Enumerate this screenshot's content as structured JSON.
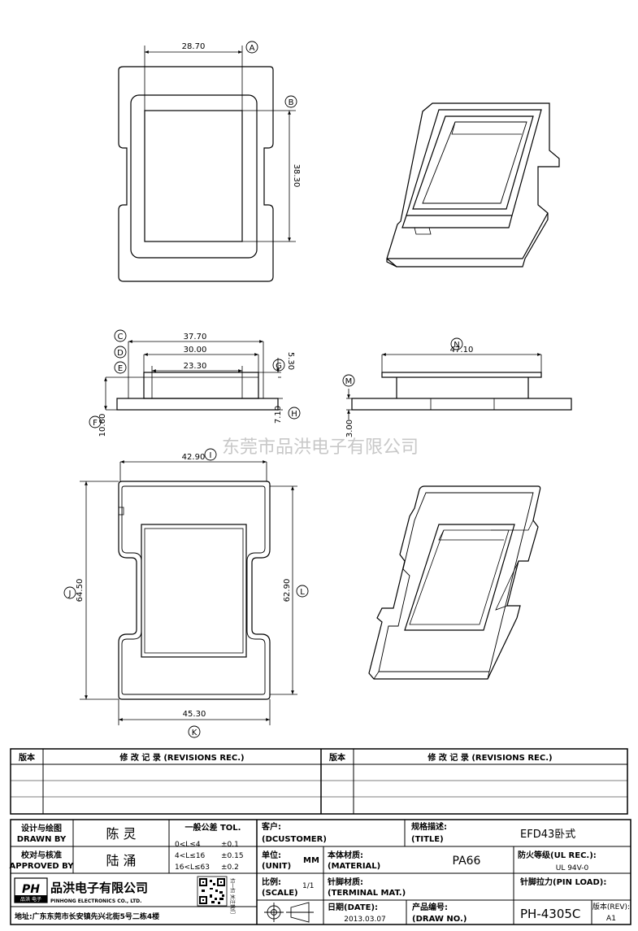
{
  "dimensions": {
    "top_view": {
      "width": "28.70",
      "height": "38.30",
      "ref_a": "A",
      "ref_b": "B"
    },
    "side_view": {
      "d1": "37.70",
      "d2": "30.00",
      "d3": "23.30",
      "d4": "5.30",
      "d5": "10.60",
      "d6": "7.10",
      "ref_c": "C",
      "ref_d": "D",
      "ref_e": "E",
      "ref_f": "F",
      "ref_g": "G",
      "ref_h": "H"
    },
    "right_side": {
      "width": "47.10",
      "height": "3.00",
      "ref_m": "M",
      "ref_n": "N"
    },
    "bottom_view": {
      "top_width": "42.90",
      "bottom_width": "45.30",
      "left_height": "64.50",
      "right_height": "62.90",
      "ref_i": "I",
      "ref_j": "J",
      "ref_k": "K",
      "ref_l": "L"
    }
  },
  "watermark": "东莞市品洪电子有限公司",
  "revisions": {
    "col_version": "版本",
    "col_record": "修 改 记 录 (REVISIONS REC.)"
  },
  "title_block": {
    "designed_by_label": "设计与绘图",
    "drawn_by_label": "DRAWN BY",
    "designer": "陈  灵",
    "approved_label": "校对与核准",
    "approved_by_label": "APPROVED BY",
    "approver": "陆  涌",
    "tol_title": "一般公差 TOL.",
    "tol_rows": [
      {
        "range": "0<L≤4",
        "tol": "±0.1"
      },
      {
        "range": "4<L≤16",
        "tol": "±0.15"
      },
      {
        "range": "16<L≤63",
        "tol": "±0.2"
      }
    ],
    "customer_label": "客户:",
    "customer_en": "(DCUSTOMER)",
    "title_label": "规格描述:",
    "title_en": "(TITLE)",
    "title_value": "EFD43卧式",
    "unit_label": "单位:",
    "unit_en": "(UNIT)",
    "unit_value": "MM",
    "material_label": "本体材质:",
    "material_en": "(MATERIAL)",
    "material_value": "PA66",
    "fire_label": "防火等级(UL REC.):",
    "fire_value": "UL 94V-0",
    "scale_label": "比例:",
    "scale_en": "(SCALE)",
    "scale_value": "1/1",
    "terminal_label": "针脚材质:",
    "terminal_en": "(TERMINAL MAT.)",
    "pin_load_label": "针脚拉力(PIN LOAD):",
    "date_label": "日期(DATE):",
    "date_value": "2013.03.07",
    "drawno_label": "产品编号:",
    "drawno_en": "(DRAW NO.)",
    "drawno_value": "PH-4305C",
    "rev_label": "版本(REV):",
    "rev_value": "A1",
    "company_cn": "品洪电子有限公司",
    "company_en": "PINHONG ELECTRONICS CO., LTD.",
    "address": "地址:广东东莞市长安镇先兴北街5号二栋4楼",
    "logo_text": "PH",
    "logo_sub": "品洪 电子",
    "qr_caption": "扫一扫 关注我们"
  }
}
